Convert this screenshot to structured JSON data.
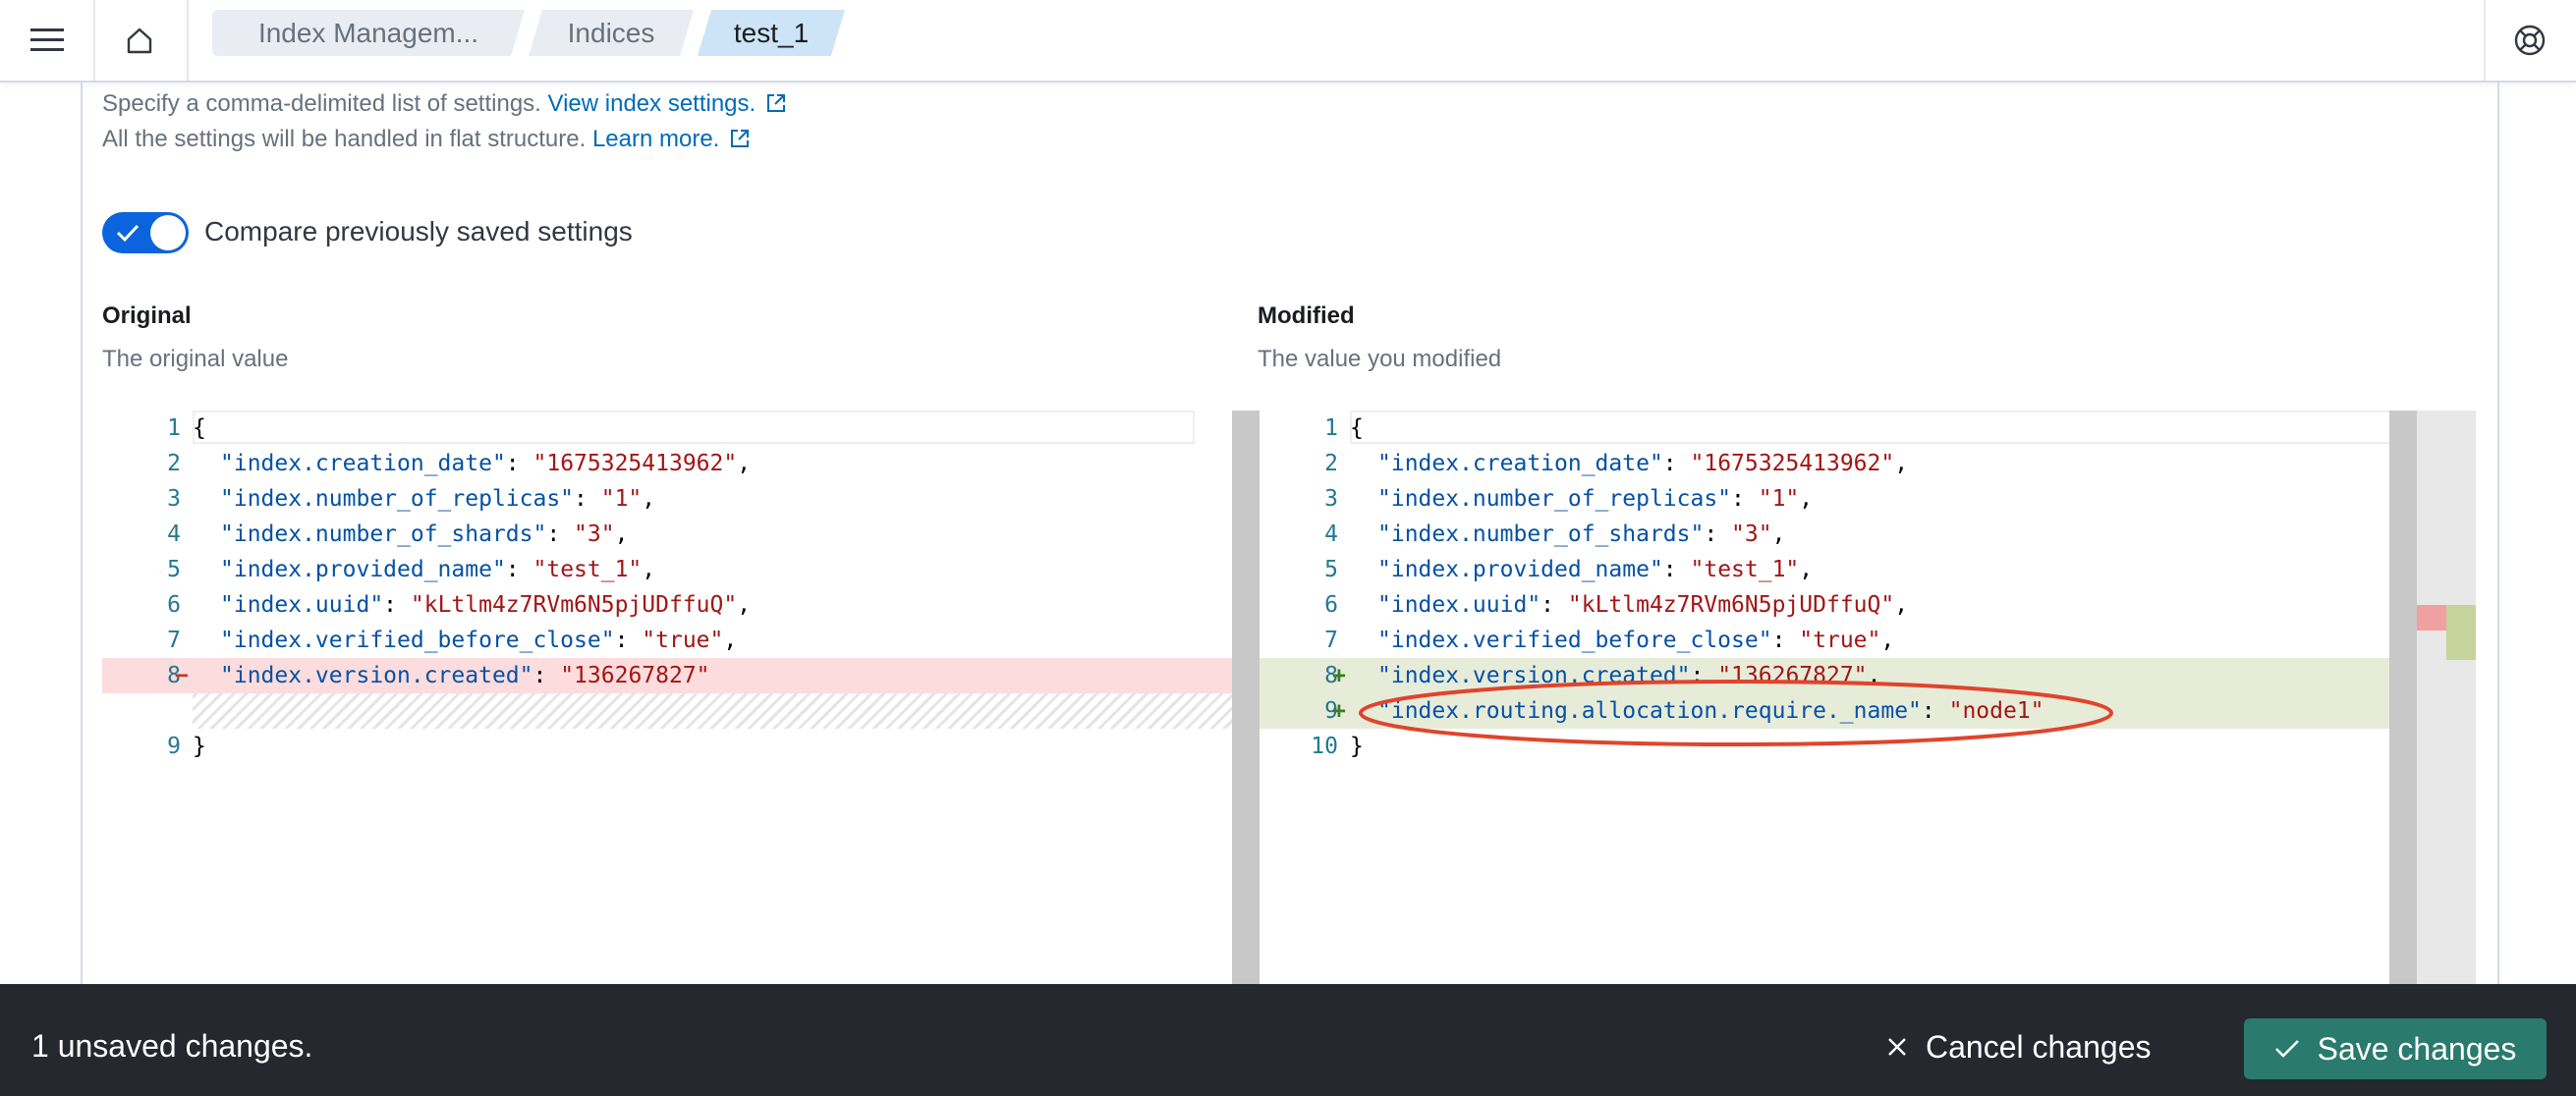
{
  "header": {
    "menu_icon": "hamburger-menu-icon",
    "home_icon": "home-icon",
    "help_icon": "help-lifebuoy-icon",
    "breadcrumbs": [
      "Index Managem...",
      "Indices",
      "test_1"
    ]
  },
  "settings": {
    "description_line1": "Specify a comma-delimited list of settings.",
    "view_settings_link": "View index settings.",
    "description_line2": "All the settings will be handled in flat structure.",
    "learn_more_link": "Learn more.",
    "compare_toggle_label": "Compare previously saved settings",
    "compare_toggle_on": true
  },
  "original": {
    "title": "Original",
    "subtitle": "The original value",
    "lines": [
      {
        "n": "1",
        "text": "{"
      },
      {
        "n": "2",
        "key": "\"index.creation_date\"",
        "value": "\"1675325413962\""
      },
      {
        "n": "3",
        "key": "\"index.number_of_replicas\"",
        "value": "\"1\""
      },
      {
        "n": "4",
        "key": "\"index.number_of_shards\"",
        "value": "\"3\""
      },
      {
        "n": "5",
        "key": "\"index.provided_name\"",
        "value": "\"test_1\""
      },
      {
        "n": "6",
        "key": "\"index.uuid\"",
        "value": "\"kLtlm4z7RVm6N5pjUDffuQ\""
      },
      {
        "n": "7",
        "key": "\"index.verified_before_close\"",
        "value": "\"true\""
      },
      {
        "n": "8",
        "key": "\"index.version.created\"",
        "value": "\"136267827\"",
        "marker": "−"
      },
      {
        "n": "9",
        "text": "}"
      }
    ]
  },
  "modified": {
    "title": "Modified",
    "subtitle": "The value you modified",
    "lines": [
      {
        "n": "1",
        "text": "{"
      },
      {
        "n": "2",
        "key": "\"index.creation_date\"",
        "value": "\"1675325413962\""
      },
      {
        "n": "3",
        "key": "\"index.number_of_replicas\"",
        "value": "\"1\""
      },
      {
        "n": "4",
        "key": "\"index.number_of_shards\"",
        "value": "\"3\""
      },
      {
        "n": "5",
        "key": "\"index.provided_name\"",
        "value": "\"test_1\""
      },
      {
        "n": "6",
        "key": "\"index.uuid\"",
        "value": "\"kLtlm4z7RVm6N5pjUDffuQ\""
      },
      {
        "n": "7",
        "key": "\"index.verified_before_close\"",
        "value": "\"true\""
      },
      {
        "n": "8",
        "key": "\"index.version.created\"",
        "value": "\"136267827\"",
        "marker": "+"
      },
      {
        "n": "9",
        "key": "\"index.routing.allocation.require._name\"",
        "value": "\"node1\"",
        "marker": "+"
      },
      {
        "n": "10",
        "text": "}"
      }
    ]
  },
  "colors": {
    "removed_bg": "#fcdcdc",
    "added_bg": "#e7ecd9",
    "toggle_on": "#0b64dd",
    "annotation": "#e0442c",
    "save_button": "#2a7a6e",
    "bottom_bar": "#25282f"
  },
  "footer": {
    "unsaved_text": "1 unsaved changes.",
    "cancel_label": "Cancel changes",
    "save_label": "Save changes"
  }
}
